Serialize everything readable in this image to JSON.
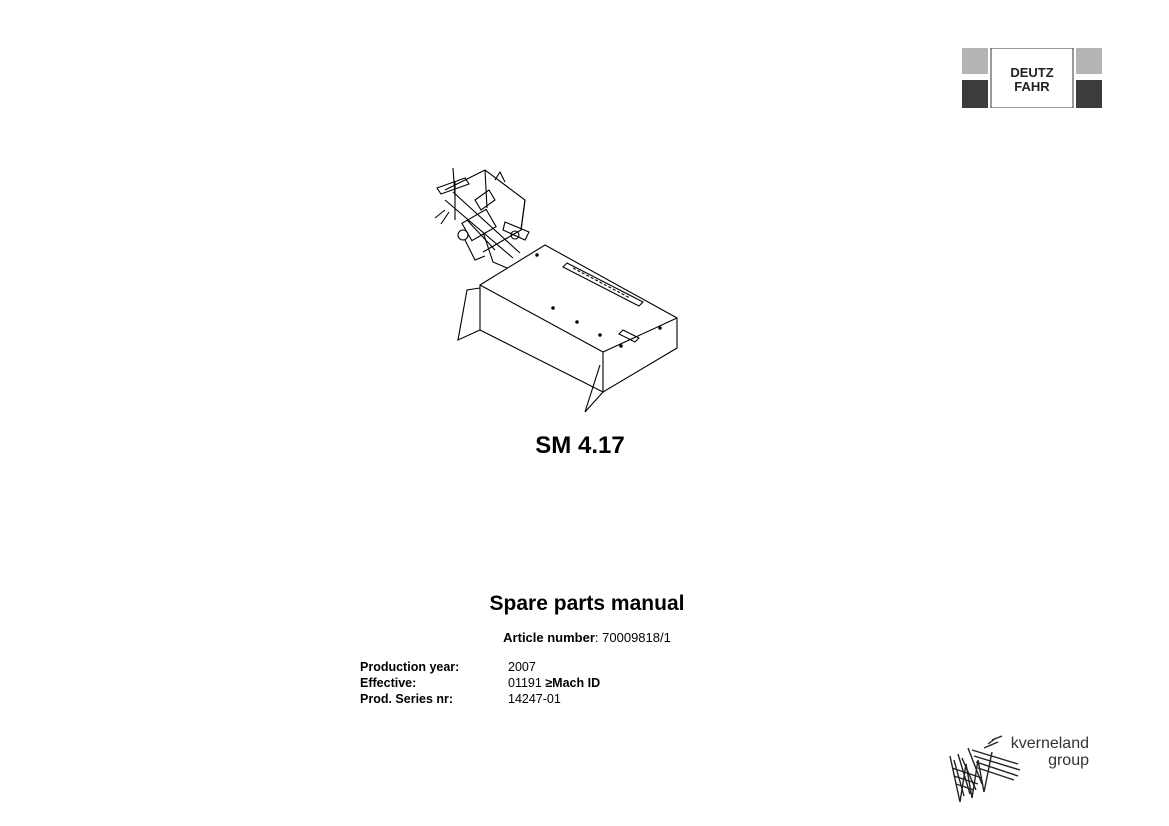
{
  "brand": {
    "logo_line1": "DEUTZ",
    "logo_line2": "FAHR"
  },
  "model": {
    "name": "SM 4.17"
  },
  "manual": {
    "title": "Spare parts manual",
    "article_label": "Article number",
    "article_value": ": 70009818/1"
  },
  "info": {
    "production_year_label": "Production year:",
    "production_year_value": "2007",
    "effective_label": "Effective:",
    "effective_value": "01191 ",
    "effective_suffix": "≥Mach ID",
    "series_label": "Prod. Series nr:",
    "series_value": "14247-01"
  },
  "group_logo": {
    "line1": "kverneland",
    "line2": "group"
  },
  "colors": {
    "logo_light": "#b4b4b4",
    "logo_dark": "#3c3c3c",
    "ink": "#000000"
  }
}
